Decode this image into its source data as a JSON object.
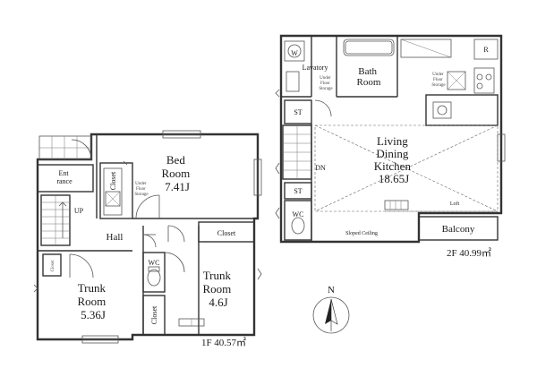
{
  "floor1": {
    "label": "1F 40.57㎡",
    "rooms": {
      "bed_room": "Bed\nRoom\n7.41J",
      "entrance": "Ent\nrance",
      "closet_vertical": "Closet",
      "under_floor_storage": "Under\nFloor\nStorage",
      "up": "UP",
      "hall": "Hall",
      "closet_top": "Closet",
      "closet_small": "Closet",
      "wc": "WC",
      "closet_bottom": "Closet",
      "trunk_room_left": "Trunk\nRoom\n5.36J",
      "trunk_room_right": "Trunk\nRoom\n4.6J"
    }
  },
  "floor2": {
    "label": "2F 40.99㎡",
    "rooms": {
      "lavatory": "Lavatory",
      "w": "W",
      "under_floor_storage_left": "Under\nFloor\nStorage",
      "bath_room": "Bath\nRoom",
      "under_floor_storage_right": "Under\nFloor\nStorage",
      "r": "R",
      "st_top": "ST",
      "st_bottom": "ST",
      "ldk": "Living\nDining\nKitchen\n18.65J",
      "dn": "DN",
      "wc": "WC",
      "sloped_ceiling": "Sloped Ceiling",
      "loft": "Loft",
      "balcony": "Balcony"
    }
  },
  "compass": {
    "north": "N"
  }
}
